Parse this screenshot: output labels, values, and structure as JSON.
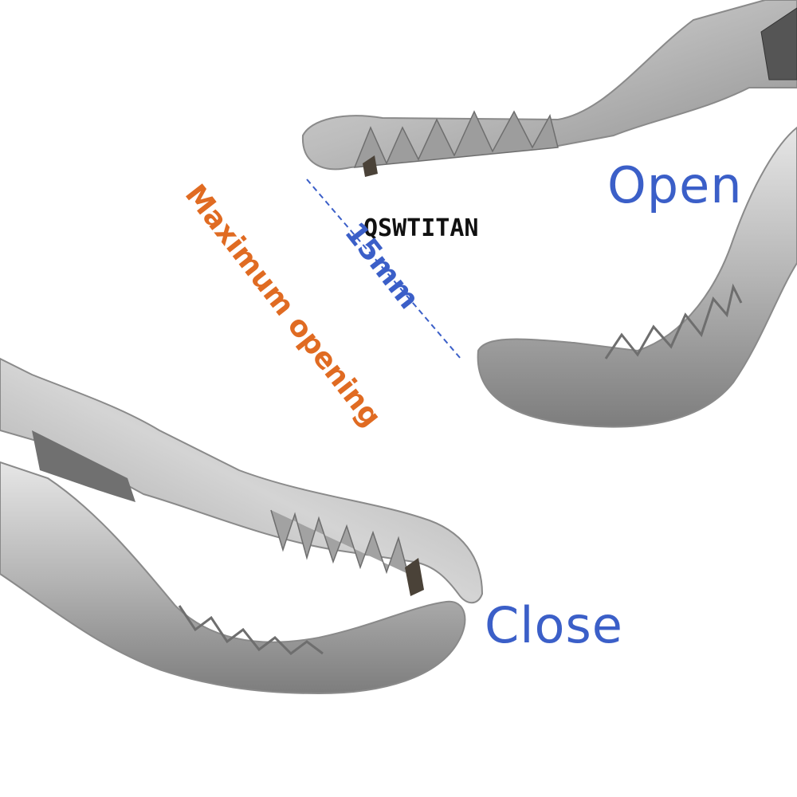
{
  "labels": {
    "open": "Open",
    "close": "Close",
    "brand": "QSWTITAN",
    "max_opening": "Maximum opening",
    "size": "15mm"
  },
  "colors": {
    "open_close_text": "#3b5fc8",
    "max_opening_text": "#e06b22",
    "brand_text": "#111111",
    "dashed_line": "#3b5fc8",
    "steel_light": "#e4e4e4",
    "steel_mid": "#b8b8b8",
    "steel_dark": "#7a7a7a"
  },
  "icons": {
    "open_pliers": "open-pliers-jaw-photo",
    "closed_pliers": "closed-pliers-jaw-photo"
  }
}
